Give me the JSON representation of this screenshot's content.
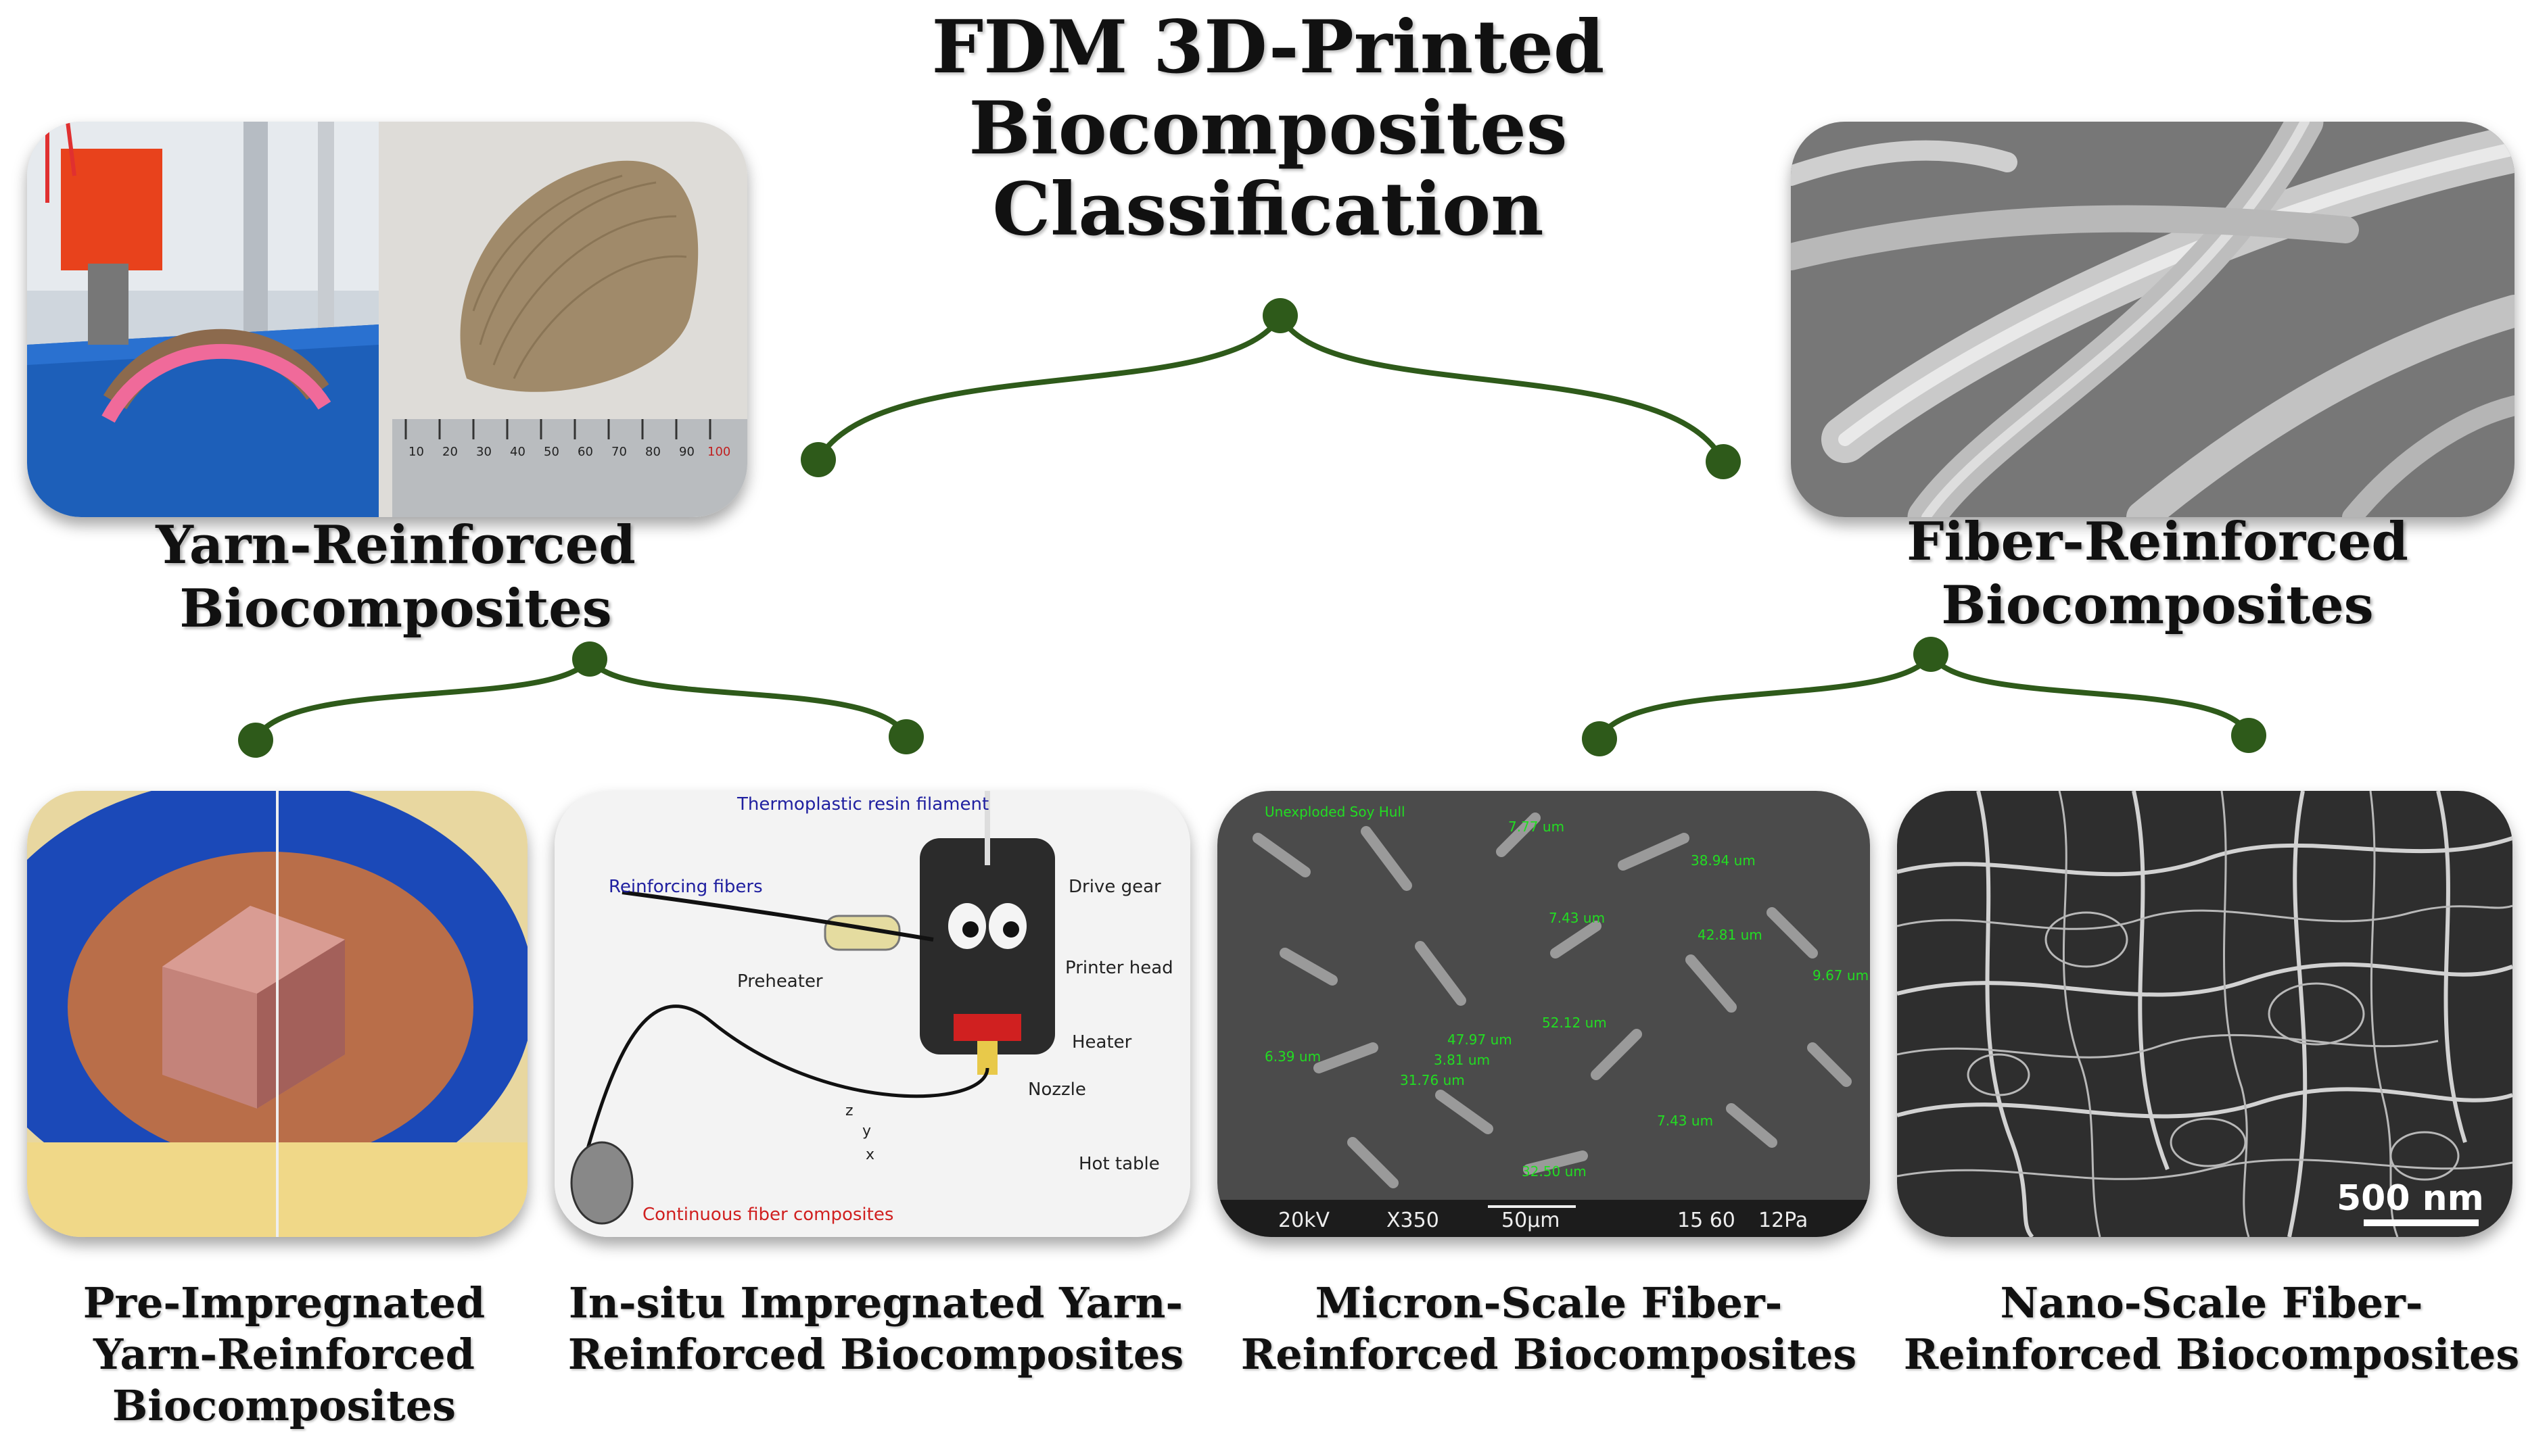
{
  "title": [
    "FDM 3D-Printed",
    "Biocomposites",
    "Classification"
  ],
  "categories": {
    "yarn": {
      "label": [
        "Yarn-Reinforced",
        "Biocomposites"
      ]
    },
    "fiber": {
      "label": [
        "Fiber-Reinforced",
        "Biocomposites"
      ]
    }
  },
  "subcategories": {
    "pre_impregnated": {
      "label": [
        "Pre-Impregnated",
        "Yarn-Reinforced",
        "Biocomposites"
      ]
    },
    "in_situ": {
      "label": [
        "In-situ Impregnated Yarn-",
        "Reinforced Biocomposites"
      ]
    },
    "micron": {
      "label": [
        "Micron-Scale Fiber-",
        "Reinforced Biocomposites"
      ]
    },
    "nano": {
      "label": [
        "Nano-Scale Fiber-",
        "Reinforced Biocomposites"
      ]
    }
  },
  "ruler_labels": [
    "10",
    "20",
    "30",
    "40",
    "50",
    "60",
    "70",
    "80",
    "90",
    "100"
  ],
  "schematic_labels": {
    "filament": "Thermoplastic resin filament",
    "reinforcing": "Reinforcing fibers",
    "drive_gear": "Drive gear",
    "printer_head": "Printer head",
    "preheater": "Preheater",
    "heater": "Heater",
    "nozzle": "Nozzle",
    "hot_table": "Hot table",
    "continuous": "Continuous fiber composites",
    "axis_z": "z",
    "axis_y": "y",
    "axis_x": "x"
  },
  "sem_micron": {
    "header": "Unexploded Soy Hull",
    "measurements": [
      "7.77 um",
      "38.94 um",
      "7.43 um",
      "42.81 um",
      "9.67 um",
      "6.39 um",
      "52.12 um",
      "47.97 um",
      "3.81 um",
      "31.76 um",
      "7.43 um",
      "32.50 um"
    ],
    "footer": {
      "kv": "20kV",
      "mag": "X350",
      "scale": "50µm",
      "code": "15 60",
      "pressure": "12Pa"
    }
  },
  "sem_nano": {
    "scale": "500 nm"
  },
  "colors": {
    "node": "#2e5a1a",
    "line": "#2e5a1a",
    "measure": "#22dd22"
  }
}
